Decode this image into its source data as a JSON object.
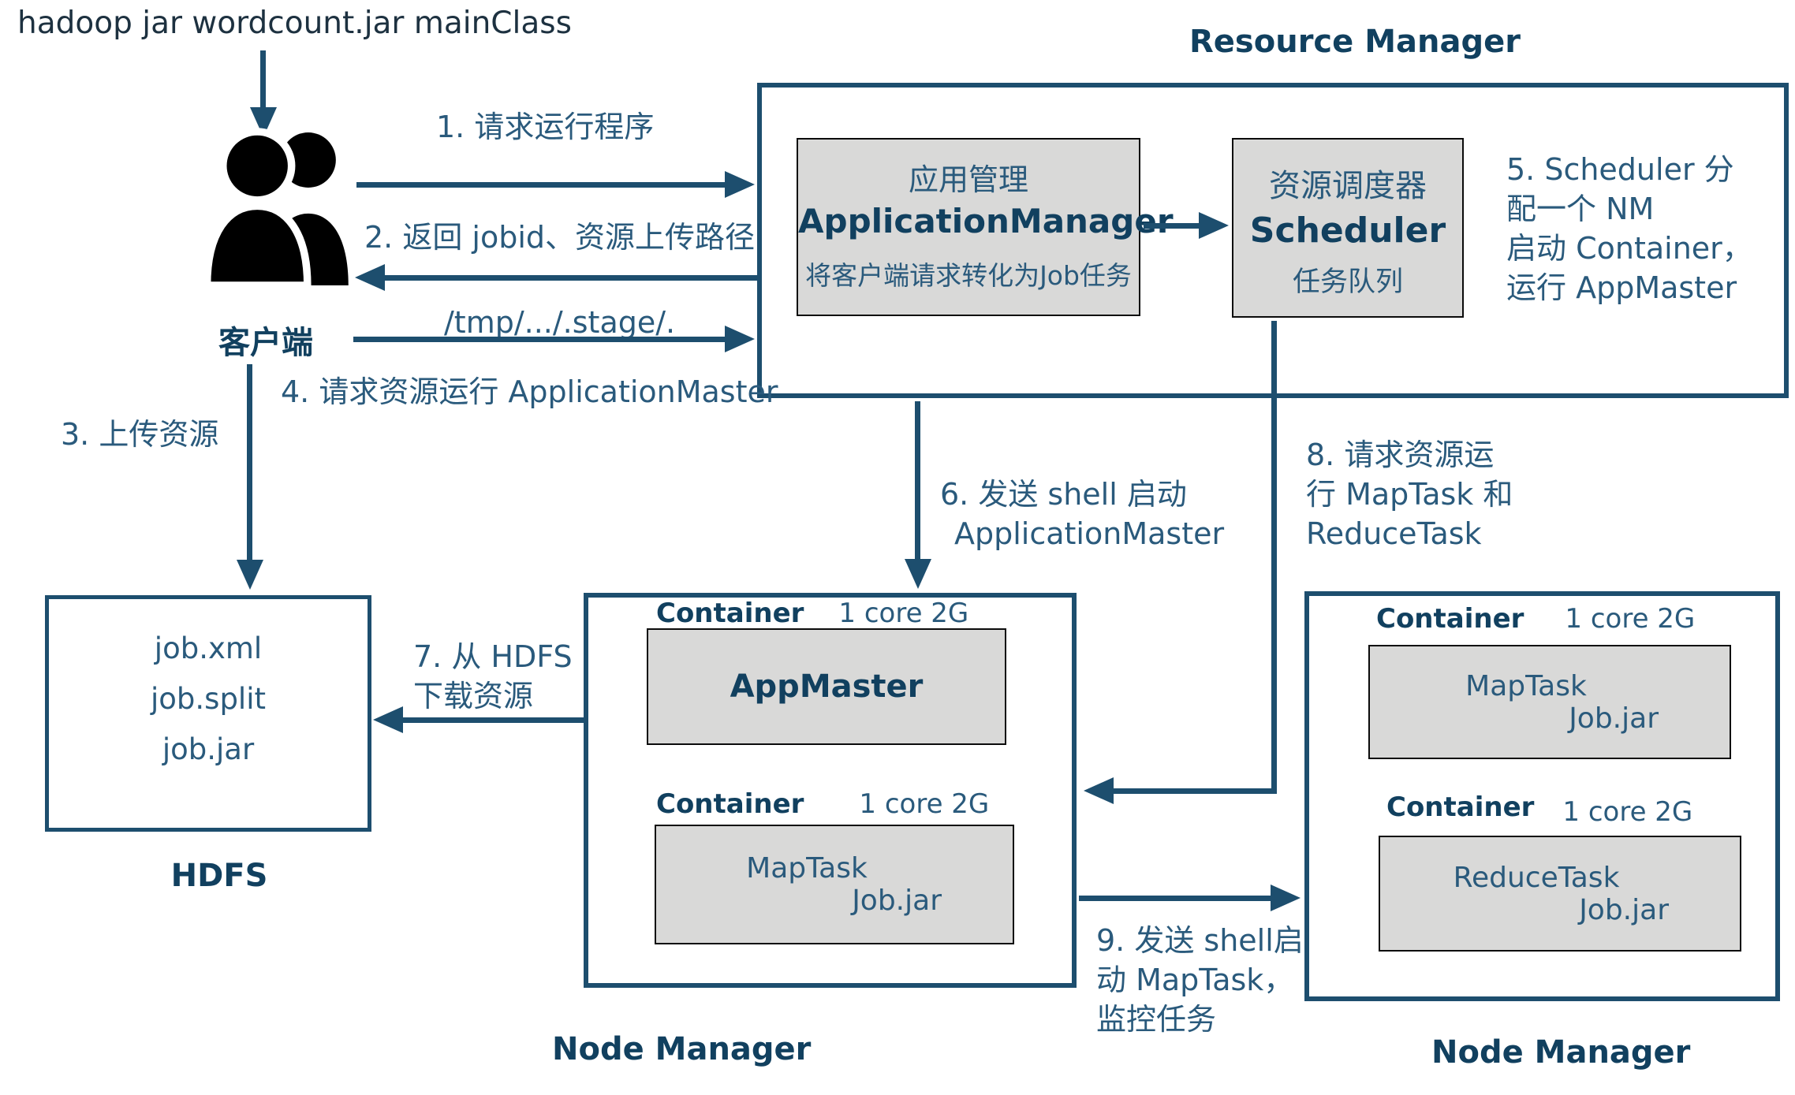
{
  "command": "hadoop jar wordcount.jar mainClass",
  "client": {
    "label": "客户端"
  },
  "resource_manager": {
    "title": "Resource Manager",
    "app_manager": {
      "line1": "应用管理",
      "line2": "ApplicationManager",
      "line3": "将客户端请求转化为Job任务"
    },
    "scheduler": {
      "line1": "资源调度器",
      "line2": "Scheduler",
      "line3": "任务队列"
    },
    "note5": {
      "lines": [
        "5.  Scheduler  分",
        "配一个 NM",
        "启动  Container，",
        "运行 AppMaster"
      ]
    }
  },
  "hdfs": {
    "title": "HDFS",
    "files": [
      "job.xml",
      "job.split",
      "job.jar"
    ]
  },
  "node_manager_left": {
    "title": "Node Manager",
    "containers": [
      {
        "label": "Container",
        "spec": "1 core 2G",
        "task": "AppMaster"
      },
      {
        "label": "Container",
        "spec": "1 core 2G",
        "task": "MapTask",
        "jar": "Job.jar"
      }
    ]
  },
  "node_manager_right": {
    "title": "Node Manager",
    "containers": [
      {
        "label": "Container",
        "spec": "1 core 2G",
        "task": "MapTask",
        "jar": "Job.jar"
      },
      {
        "label": "Container",
        "spec": "1 core 2G",
        "task": "ReduceTask",
        "jar": "Job.jar"
      }
    ]
  },
  "arrows": {
    "a1": "1. 请求运行程序",
    "a2": "2. 返回 jobid、资源上传路径",
    "a2_path": "/tmp/.../.stage/.",
    "a3": "3. 上传资源",
    "a4": "4. 请求资源运行 ApplicationMaster",
    "a6": {
      "lines": [
        "6. 发送 shell 启动",
        "ApplicationMaster"
      ]
    },
    "a7": {
      "lines": [
        "7. 从 HDFS",
        "下载资源"
      ]
    },
    "a8": {
      "lines": [
        "8.  请求资源运",
        "行 MapTask 和",
        "ReduceTask"
      ]
    },
    "a9": {
      "lines": [
        "9. 发送  shell启",
        "动  MapTask，",
        "监控任务"
      ]
    }
  },
  "colors": {
    "line": "#1d4e6e",
    "title_text": "#11405f",
    "body_text": "#2a5a7c",
    "gray_fill": "#d9d9d8"
  }
}
